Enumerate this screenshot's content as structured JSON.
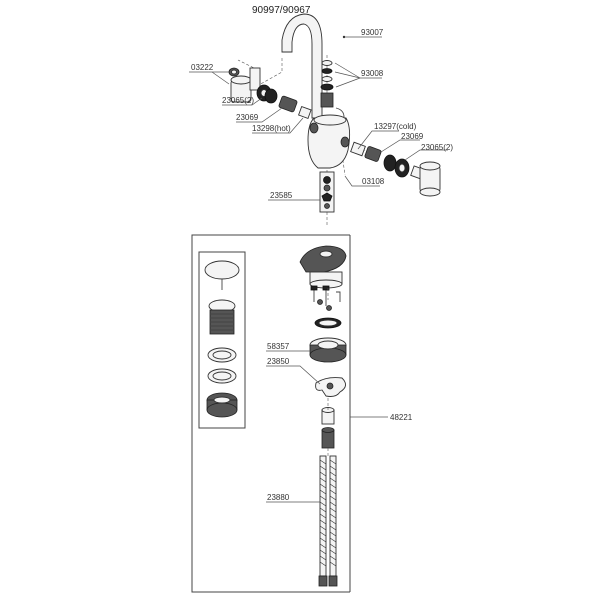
{
  "title": "90997/90967",
  "callouts": {
    "spout": "93007",
    "o_rings": "93008",
    "handle_left": "03222",
    "ring_left": "23065(2)",
    "cartridge_left": "23069",
    "hot_valve": "13298(hot)",
    "cold_valve": "13297(cold)",
    "cartridge_right": "23069",
    "ring_right": "23065(2)",
    "set_screw": "03108",
    "mount_kit": "23585",
    "washer": "58357",
    "mount_plate": "23850",
    "hardware_set": "48221",
    "supply_hoses": "23880"
  }
}
